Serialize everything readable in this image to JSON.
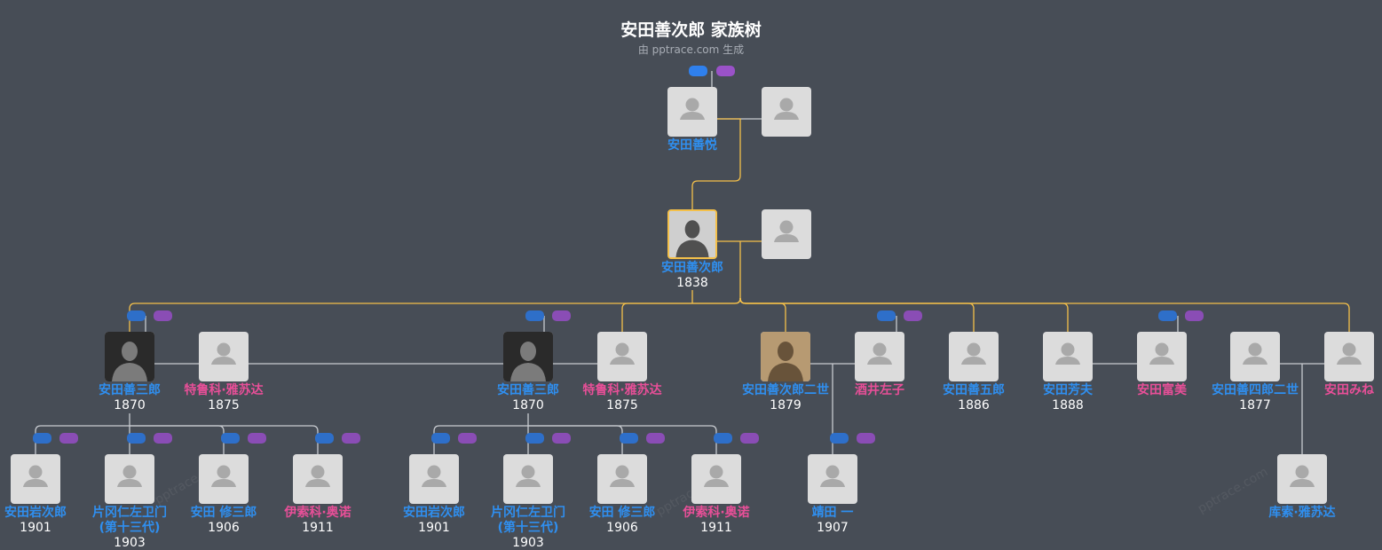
{
  "title": "安田善次郎 家族树",
  "subtitle": "由 pptrace.com 生成",
  "watermark": "pptrace.com",
  "colors": {
    "background": "#474d56",
    "male_name": "#2f8ff0",
    "female_name": "#e84f98",
    "line_main": "#f4c04a",
    "line_other": "#c8cbd0",
    "focus_border": "#f4c04a"
  },
  "people": [
    {
      "id": "p_zenetsu",
      "name": "安田善悦",
      "year": "",
      "gender": "m",
      "icon": "person-placeholder-icon"
    },
    {
      "id": "p_zenetsu_sp",
      "name": "",
      "year": "",
      "gender": "f",
      "icon": "person-placeholder-icon"
    },
    {
      "id": "p_zenjiro",
      "name": "安田善次郎",
      "year": "1838",
      "gender": "m",
      "icon": "portrait-photo",
      "focus": true
    },
    {
      "id": "p_zenjiro_sp",
      "name": "",
      "year": "",
      "gender": "f",
      "icon": "person-placeholder-icon"
    },
    {
      "id": "c1",
      "name": "安田善三郎",
      "year": "1870",
      "gender": "m",
      "icon": "portrait-photo"
    },
    {
      "id": "c2",
      "name": "特鲁科·雅苏达",
      "year": "1875",
      "gender": "f",
      "icon": "person-placeholder-icon"
    },
    {
      "id": "c3",
      "name": "安田善三郎",
      "year": "1870",
      "gender": "m",
      "icon": "portrait-photo"
    },
    {
      "id": "c4",
      "name": "特鲁科·雅苏达",
      "year": "1875",
      "gender": "f",
      "icon": "person-placeholder-icon"
    },
    {
      "id": "c5",
      "name": "安田善次郎二世",
      "year": "1879",
      "gender": "m",
      "icon": "portrait-photo"
    },
    {
      "id": "c6",
      "name": "酒井左子",
      "year": "",
      "gender": "f",
      "icon": "person-placeholder-icon"
    },
    {
      "id": "c7",
      "name": "安田善五郎",
      "year": "1886",
      "gender": "m",
      "icon": "person-placeholder-icon"
    },
    {
      "id": "c8",
      "name": "安田芳夫",
      "year": "1888",
      "gender": "m",
      "icon": "person-placeholder-icon"
    },
    {
      "id": "c9",
      "name": "安田富美",
      "year": "",
      "gender": "f",
      "icon": "person-placeholder-icon"
    },
    {
      "id": "c10",
      "name": "安田善四郎二世",
      "year": "1877",
      "gender": "m",
      "icon": "person-placeholder-icon"
    },
    {
      "id": "c11",
      "name": "安田みね",
      "year": "",
      "gender": "f",
      "icon": "person-placeholder-icon"
    },
    {
      "id": "g1",
      "name": "安田岩次郎",
      "year": "1901",
      "gender": "m",
      "icon": "person-placeholder-icon"
    },
    {
      "id": "g2",
      "name": "片冈仁左卫门",
      "name2": "(第十三代)",
      "year": "1903",
      "gender": "m",
      "icon": "person-placeholder-icon"
    },
    {
      "id": "g3",
      "name": "安田 修三郎",
      "year": "1906",
      "gender": "m",
      "icon": "person-placeholder-icon"
    },
    {
      "id": "g4",
      "name": "伊索科·奥诺",
      "year": "1911",
      "gender": "f",
      "icon": "person-placeholder-icon"
    },
    {
      "id": "g5",
      "name": "安田岩次郎",
      "year": "1901",
      "gender": "m",
      "icon": "person-placeholder-icon"
    },
    {
      "id": "g6",
      "name": "片冈仁左卫门",
      "name2": "(第十三代)",
      "year": "1903",
      "gender": "m",
      "icon": "person-placeholder-icon"
    },
    {
      "id": "g7",
      "name": "安田 修三郎",
      "year": "1906",
      "gender": "m",
      "icon": "person-placeholder-icon"
    },
    {
      "id": "g8",
      "name": "伊索科·奥诺",
      "year": "1911",
      "gender": "f",
      "icon": "person-placeholder-icon"
    },
    {
      "id": "g9",
      "name": "靖田 一",
      "year": "1907",
      "gender": "m",
      "icon": "person-placeholder-icon"
    },
    {
      "id": "g10",
      "name": "库索·雅苏达",
      "year": "",
      "gender": "m",
      "icon": "person-placeholder-icon"
    }
  ]
}
